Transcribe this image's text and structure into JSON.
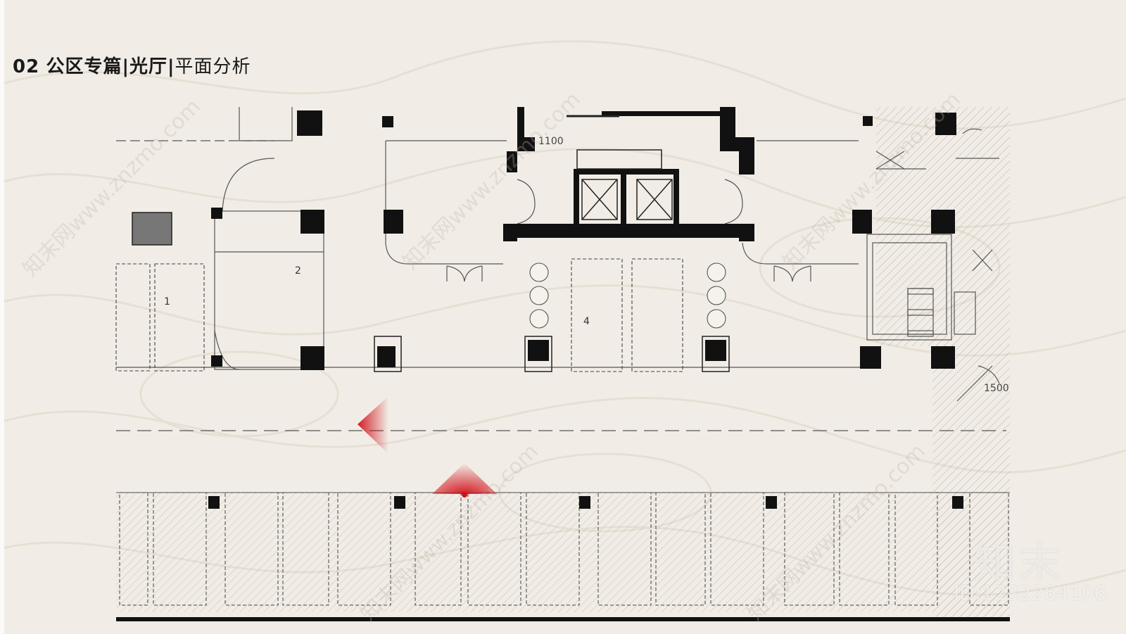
{
  "header": {
    "number": "02",
    "bold_title": "公区专篇|光厅|",
    "light_title": "平面分析"
  },
  "plan_labels": {
    "room_1": "1",
    "room_2": "2",
    "room_4": "4",
    "dim_1100": "1100",
    "dim_1500": "1500"
  },
  "watermark": {
    "logo": "知末",
    "id": "ID:1232264106",
    "diagonal": "知末网www.znzmo.com"
  },
  "colors": {
    "background": "#f1ede6",
    "walls": "#111111",
    "lines": "#444444",
    "accent_red": "#d0121b"
  }
}
